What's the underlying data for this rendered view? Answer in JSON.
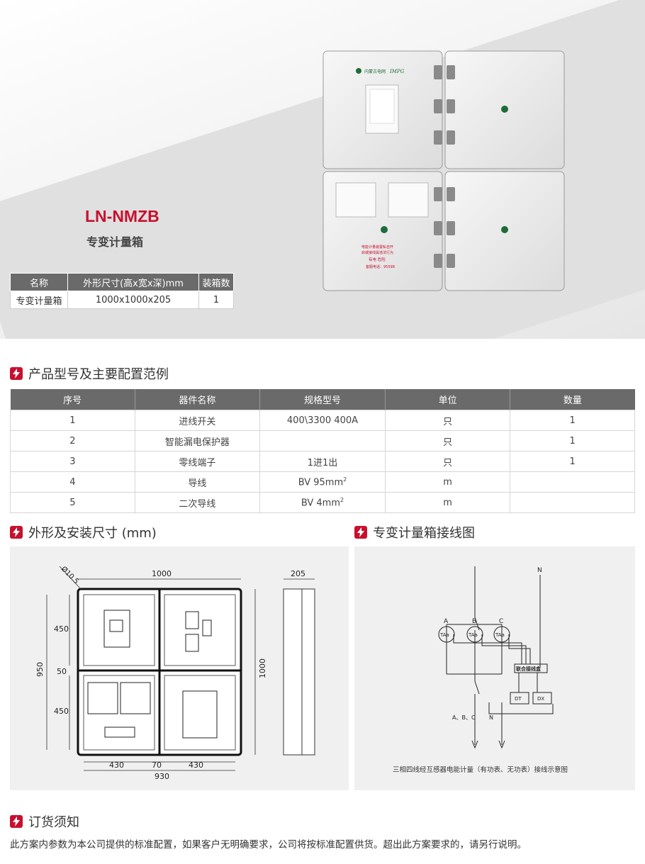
{
  "hero": {
    "title": "LN-NMZB",
    "subtitle": "专变计量箱"
  },
  "box_photo": {
    "brand_cn": "内蒙古电网",
    "brand_logo": "IMPG",
    "warning_lines": [
      "电能计量装置私自开",
      "启或接线属违法行为"
    ],
    "danger_label": "有电 危险",
    "hotline": "客服电话：95598"
  },
  "spec_table": {
    "headers": [
      "名称",
      "外形尺寸(高x宽x深)mm",
      "装箱数"
    ],
    "rows": [
      [
        "专变计量箱",
        "1000x1000x205",
        "1"
      ]
    ]
  },
  "section1": {
    "title": "产品型号及主要配置范例"
  },
  "config_table": {
    "headers": [
      "序号",
      "器件名称",
      "规格型号",
      "单位",
      "数量"
    ],
    "rows": [
      {
        "no": "1",
        "name": "进线开关",
        "spec": "400\\3300 400A",
        "sup": "",
        "unit": "只",
        "qty": "1"
      },
      {
        "no": "2",
        "name": "智能漏电保护器",
        "spec": "",
        "sup": "",
        "unit": "只",
        "qty": "1"
      },
      {
        "no": "3",
        "name": "零线端子",
        "spec": "1进1出",
        "sup": "",
        "unit": "只",
        "qty": "1"
      },
      {
        "no": "4",
        "name": "导线",
        "spec": "BV 95mm",
        "sup": "2",
        "unit": "m",
        "qty": ""
      },
      {
        "no": "5",
        "name": "二次导线",
        "spec": "BV 4mm",
        "sup": "2",
        "unit": "m",
        "qty": ""
      }
    ]
  },
  "section2": {
    "title": "外形及安装尺寸 (mm)"
  },
  "section3": {
    "title": "专变计量箱接线图"
  },
  "dims": {
    "diameter": "Ø10.5",
    "width_top": "1000",
    "depth": "205",
    "h450a": "450",
    "h50": "50",
    "h450b": "450",
    "h950": "950",
    "h1000": "1000",
    "w430a": "430",
    "w70": "70",
    "w430b": "430",
    "w930": "930"
  },
  "wiring": {
    "phase_a": "A",
    "phase_b": "B",
    "phase_c": "C",
    "neutral": "N",
    "ct_label": "TAa",
    "junction_box": "联合接线盒",
    "meter_dt": "DT",
    "meter_dx": "DX",
    "bottom_abc": "A、B、C",
    "bottom_n": "N",
    "caption": "三相四线经互感器电能计量（有功表、无功表）接线示意图"
  },
  "section4": {
    "title": "订货须知"
  },
  "notice": {
    "text": "此方案内参数为本公司提供的标准配置，如果客户无明确要求，公司将按标准配置供货。超出此方案要求的，请另行说明。"
  },
  "colors": {
    "accent": "#c8102e",
    "header_gray": "#6a6a6a",
    "panel_bg": "#f0f0f0"
  }
}
